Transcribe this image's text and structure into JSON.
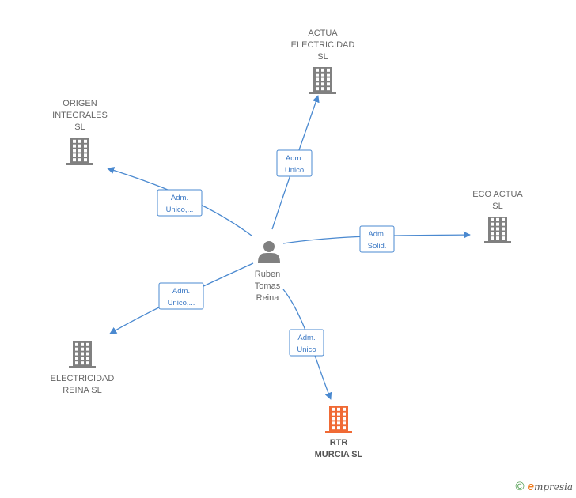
{
  "center": {
    "name_lines": [
      "Ruben",
      "Tomas",
      "Reina"
    ],
    "icon": "person-icon"
  },
  "companies": [
    {
      "id": "actua",
      "name_lines": [
        "ACTUA",
        "ELECTRICIDAD",
        "SL"
      ],
      "icon": "building-icon",
      "color": "#808080"
    },
    {
      "id": "origen",
      "name_lines": [
        "ORIGEN",
        "INTEGRALES",
        "SL"
      ],
      "icon": "building-icon",
      "color": "#808080"
    },
    {
      "id": "eco",
      "name_lines": [
        "ECO ACTUA",
        "SL"
      ],
      "icon": "building-icon",
      "color": "#808080"
    },
    {
      "id": "electricidad",
      "name_lines": [
        "ELECTRICIDAD",
        "REINA SL"
      ],
      "icon": "building-icon",
      "color": "#808080"
    },
    {
      "id": "rtr",
      "name_lines": [
        "RTR",
        "MURCIA SL"
      ],
      "icon": "building-icon",
      "color": "#f06a35"
    }
  ],
  "edges": [
    {
      "to": "actua",
      "label_lines": [
        "Adm.",
        "Unico"
      ]
    },
    {
      "to": "origen",
      "label_lines": [
        "Adm.",
        "Unico,..."
      ]
    },
    {
      "to": "eco",
      "label_lines": [
        "Adm.",
        "Solid."
      ]
    },
    {
      "to": "electricidad",
      "label_lines": [
        "Adm.",
        "Unico,..."
      ]
    },
    {
      "to": "rtr",
      "label_lines": [
        "Adm.",
        "Unico"
      ]
    }
  ],
  "colors": {
    "edge": "#4a89d0",
    "building": "#808080",
    "highlight": "#f06a35"
  },
  "footer": {
    "symbol": "©",
    "brand_initial": "e",
    "brand_rest": "mpresia"
  }
}
